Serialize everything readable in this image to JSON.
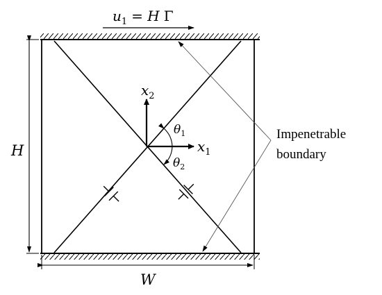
{
  "top_label": {
    "var": "u",
    "sub": "1",
    "eq": "= H",
    "gamma": "Γ"
  },
  "height_label": "H",
  "width_label": "W",
  "axis_x": {
    "var": "x",
    "sub": "1"
  },
  "axis_y": {
    "var": "x",
    "sub": "2"
  },
  "angle_1": {
    "var": "θ",
    "sub": "1"
  },
  "angle_2": {
    "var": "θ",
    "sub": "2"
  },
  "boundary_label": {
    "line1": "Impenetrable",
    "line2": "boundary"
  },
  "colors": {
    "stroke": "#000000",
    "pointer": "#555555"
  }
}
